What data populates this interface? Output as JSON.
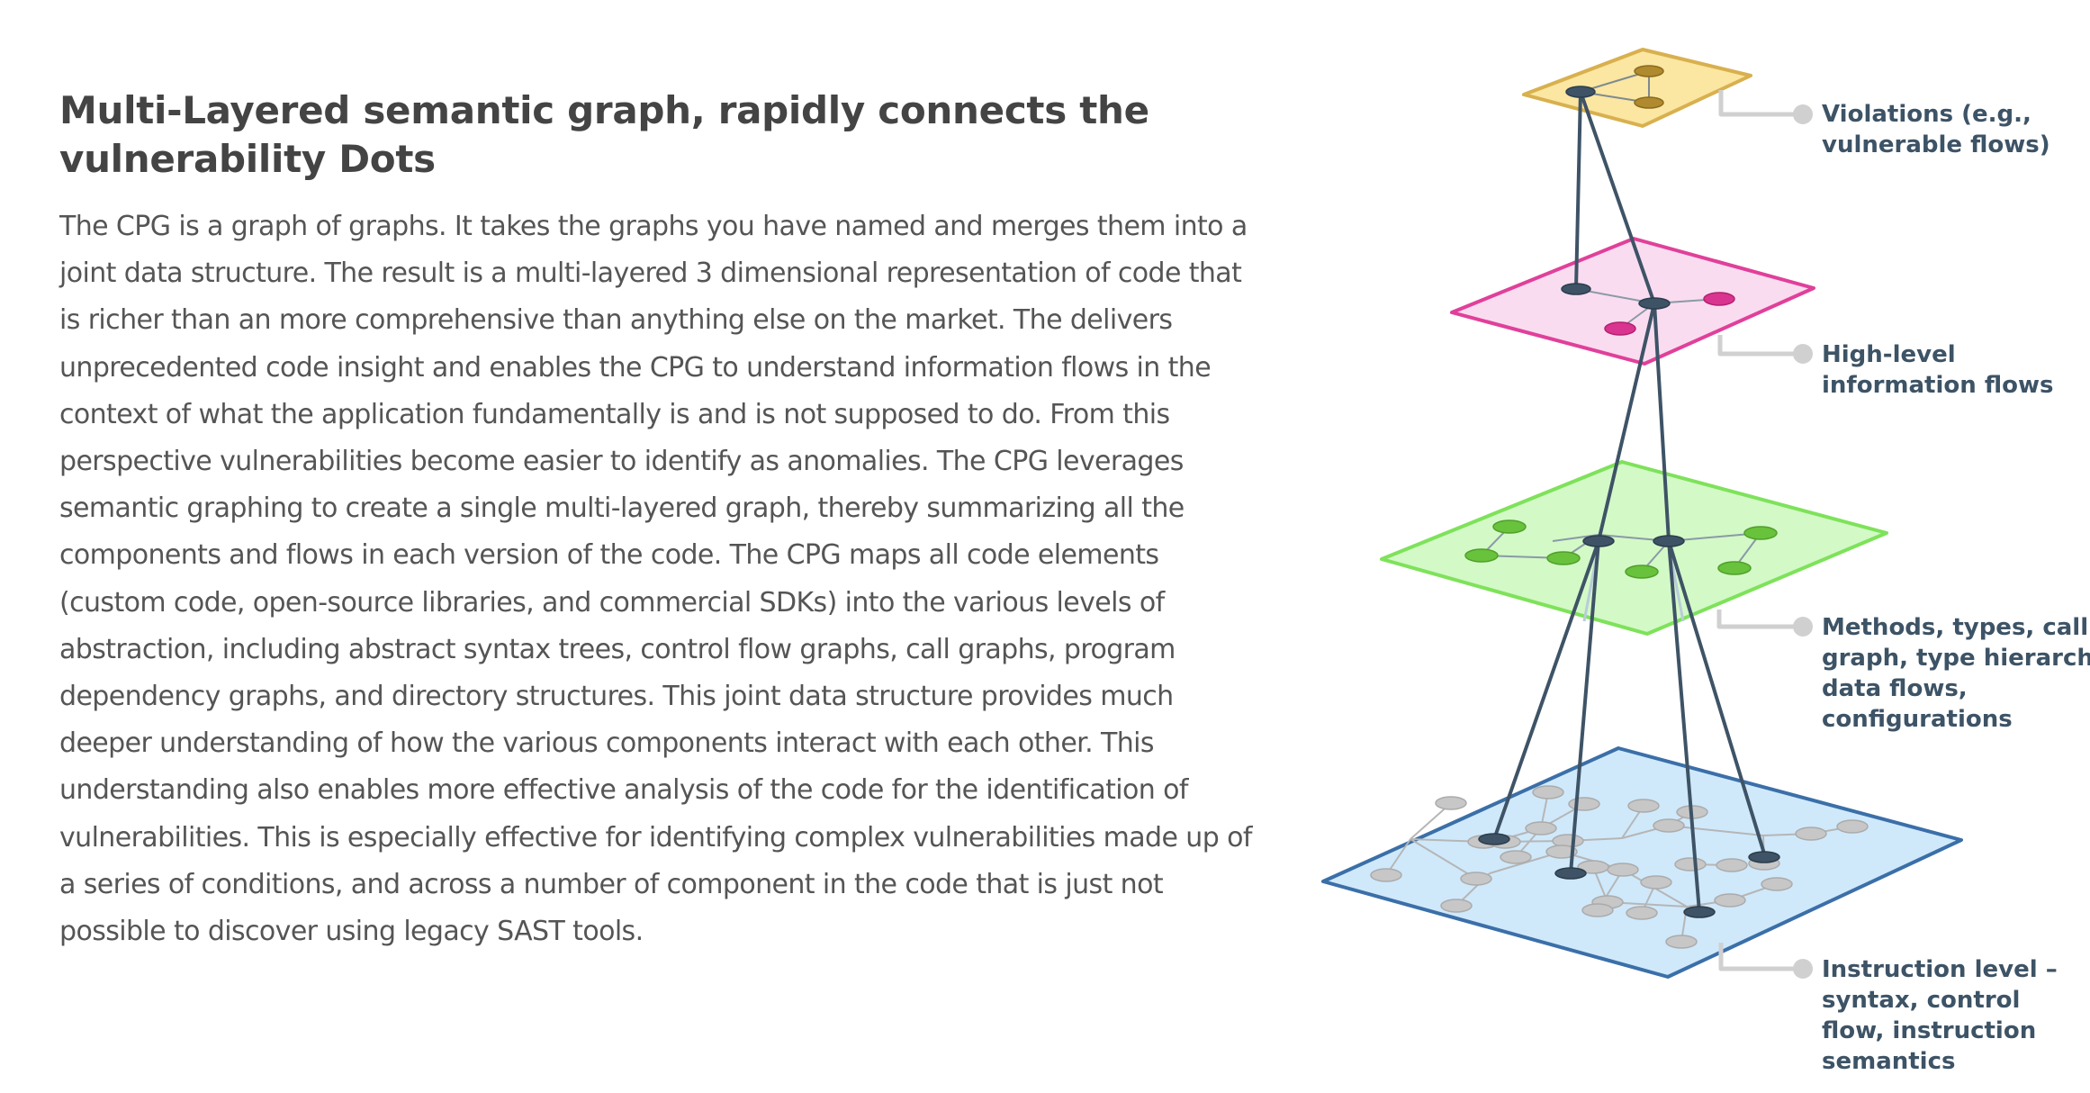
{
  "article": {
    "title_line1": "Multi-Layered semantic graph, rapidly connects the",
    "title_line2": "vulnerability Dots",
    "paragraph": "The CPG is a graph of graphs. It takes the graphs you have named and merges them into a joint data structure. The result is a multi-layered 3 dimensional representation of code that is richer than an more comprehensive than anything else on the market. The delivers unprecedented code insight and enables the CPG to understand information flows in the context of what the application fundamentally is and is not supposed to do. From this perspective vulnerabilities become easier to identify as anomalies. The CPG leverages semantic graphing to create a single multi-layered graph, thereby summarizing all the components and flows in each version of the code. The CPG maps all code elements (custom code, open-source libraries, and commercial SDKs) into the various levels of abstraction, including abstract syntax trees, control flow graphs, call graphs, program dependency graphs, and directory structures. This joint data structure provides much deeper understanding of how the various components interact with each other. This understanding also enables more effective analysis of the code for the identification of vulnerabilities. This is especially effective for identifying complex vulnerabilities made up of a series of conditions, and across a number of component in the code that is just not possible to discover using legacy SAST tools."
  },
  "diagram": {
    "layers": [
      {
        "label_lines": [
          "Violations (e.g.,",
          "vulnerable flows)"
        ],
        "fill": "#fbe6a2",
        "stroke": "#d8b04e",
        "node_color": "#b08a2e"
      },
      {
        "label_lines": [
          "High-level",
          "information flows"
        ],
        "fill": "#fadcf0",
        "stroke": "#e0409a",
        "node_color": "#d9348f"
      },
      {
        "label_lines": [
          "Methods, types, call",
          "graph, type hierarchy,",
          "data flows,",
          "configurations"
        ],
        "fill": "#d3f9c7",
        "stroke": "#7ee25a",
        "node_color": "#69c23b"
      },
      {
        "label_lines": [
          "Instruction level –",
          "syntax, control",
          "flow, instruction",
          "semantics"
        ],
        "fill": "#cfe9fb",
        "stroke": "#3b6fa8",
        "node_color": "#c7c7c7"
      }
    ],
    "colors": {
      "connector": "#3e5366",
      "key_node": "#3e5366",
      "leader": "#d0d0d0",
      "label_text": "#3d5366"
    }
  }
}
